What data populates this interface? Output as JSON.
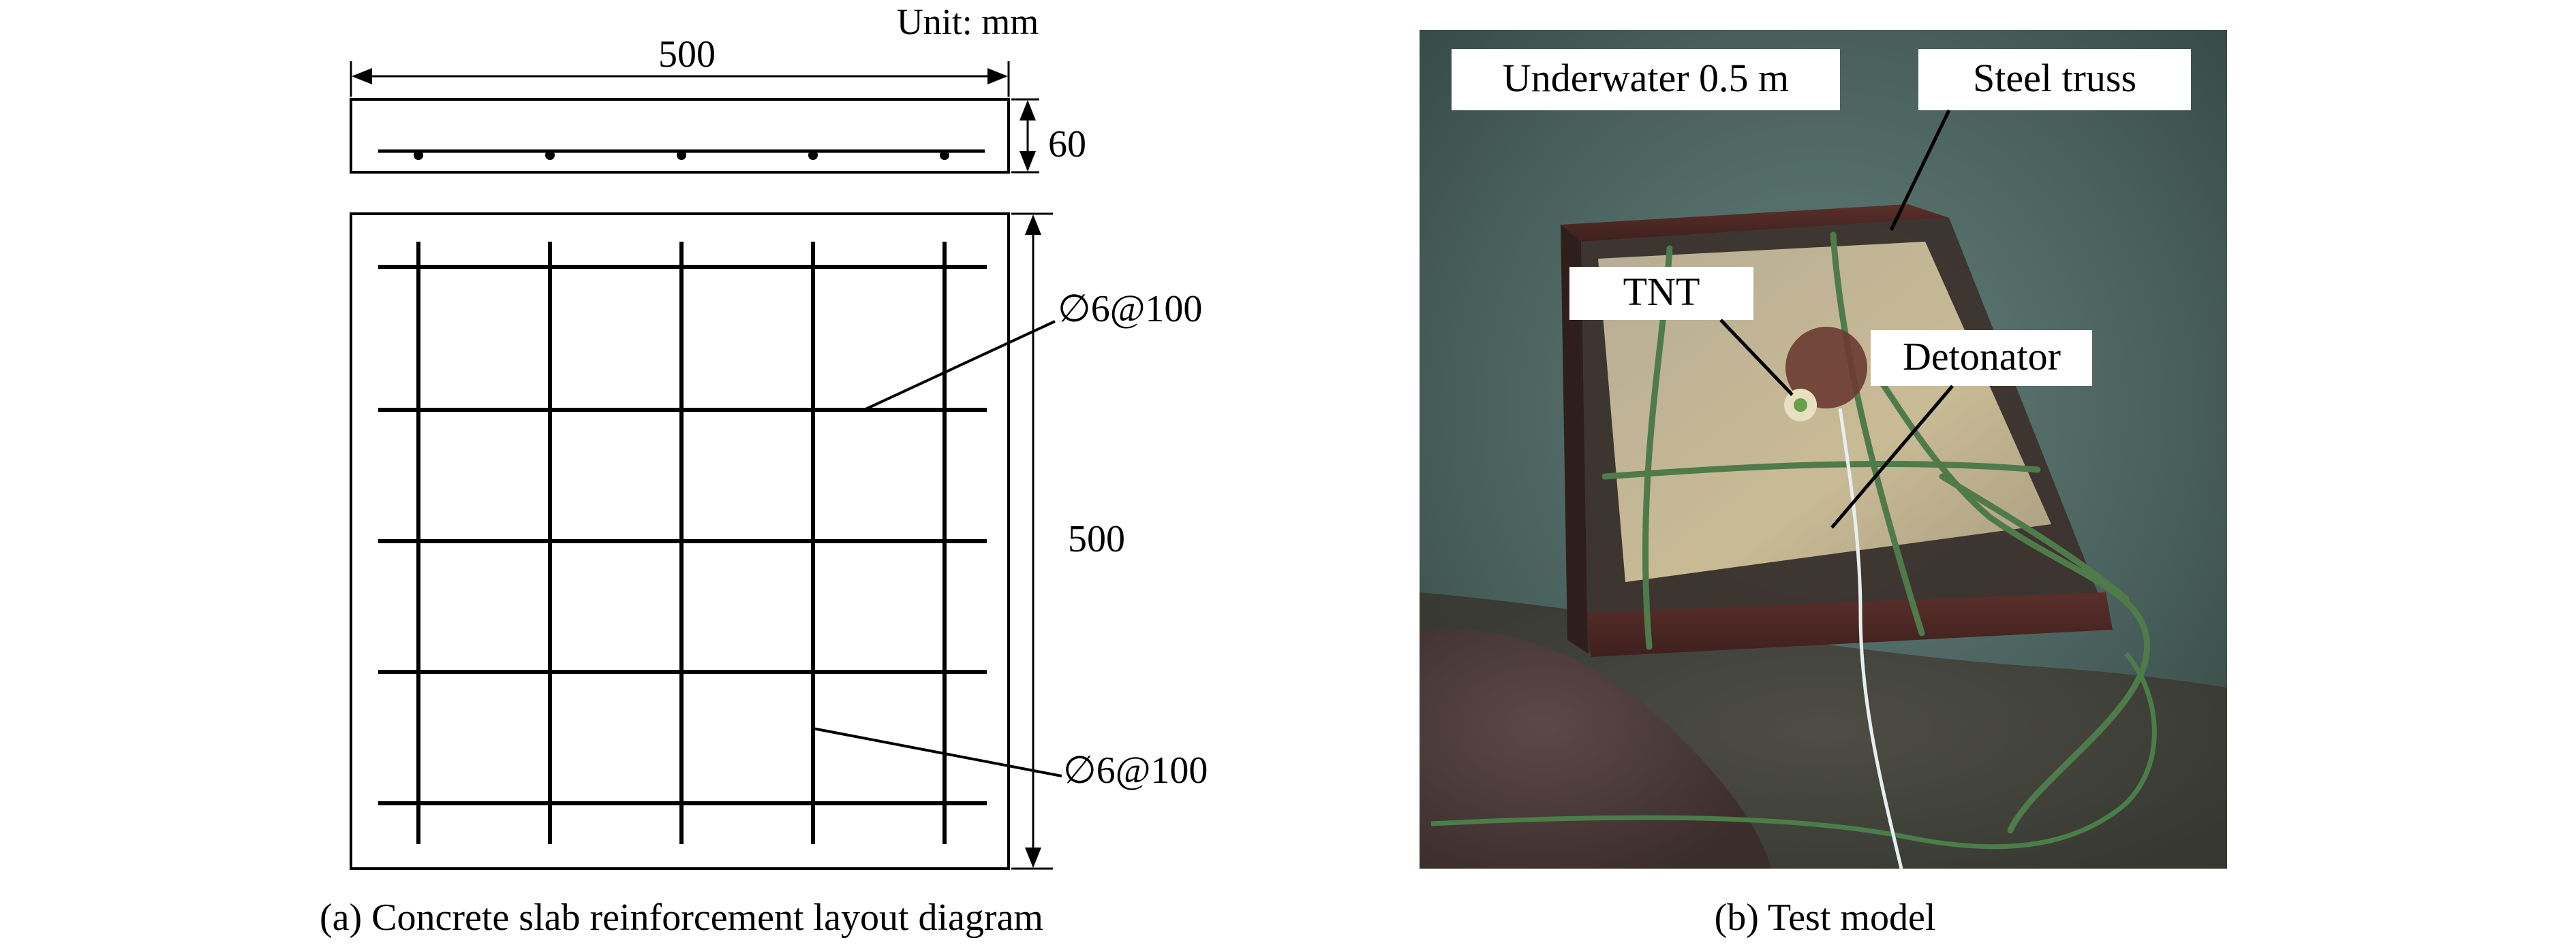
{
  "panel_a": {
    "unit_label": "Unit: mm",
    "top_dimension": "500",
    "thickness_dimension": "60",
    "side_dimension": "500",
    "rebar_label_upper": "∅6@100",
    "rebar_label_lower": "∅6@100",
    "caption": "(a) Concrete slab reinforcement layout diagram"
  },
  "panel_b": {
    "label_depth": "Underwater 0.5 m",
    "label_truss": "Steel truss",
    "label_tnt": "TNT",
    "label_detonator": "Detonator",
    "caption": "(b) Test model"
  }
}
